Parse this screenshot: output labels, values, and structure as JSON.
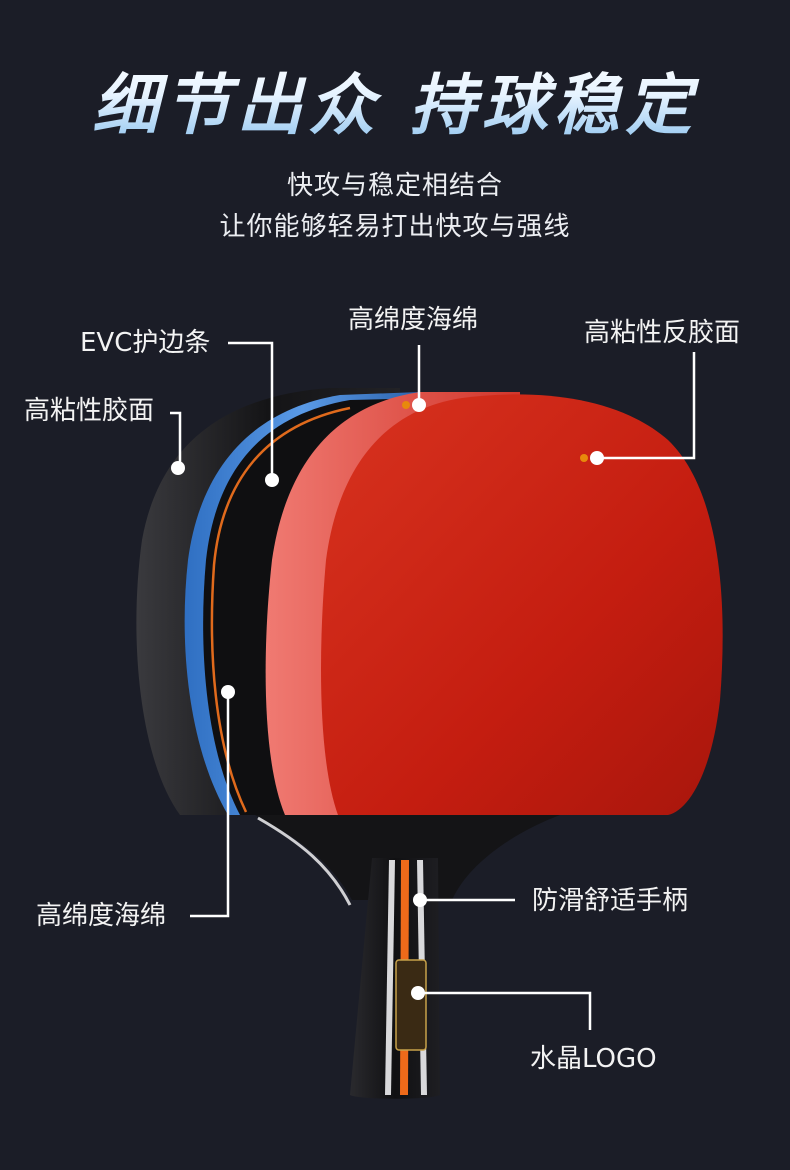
{
  "header": {
    "title": "细节出众 持球稳定",
    "subtitle_line1": "快攻与稳定相结合",
    "subtitle_line2": "让你能够轻易打出快攻与强线"
  },
  "callouts": {
    "evc_edge": "EVC护边条",
    "sponge_top": "高绵度海绵",
    "backside_rubber": "高粘性反胶面",
    "tacky_rubber": "高粘性胶面",
    "sponge_bottom": "高绵度海绵",
    "handle": "防滑舒适手柄",
    "crystal_logo": "水晶LOGO"
  },
  "colors": {
    "background": "#1b1d27",
    "rubber_red": "#c41d10",
    "sponge_blue": "#3f86d9",
    "leader_line": "#ffffff",
    "dot_accent": "#e8890c"
  }
}
